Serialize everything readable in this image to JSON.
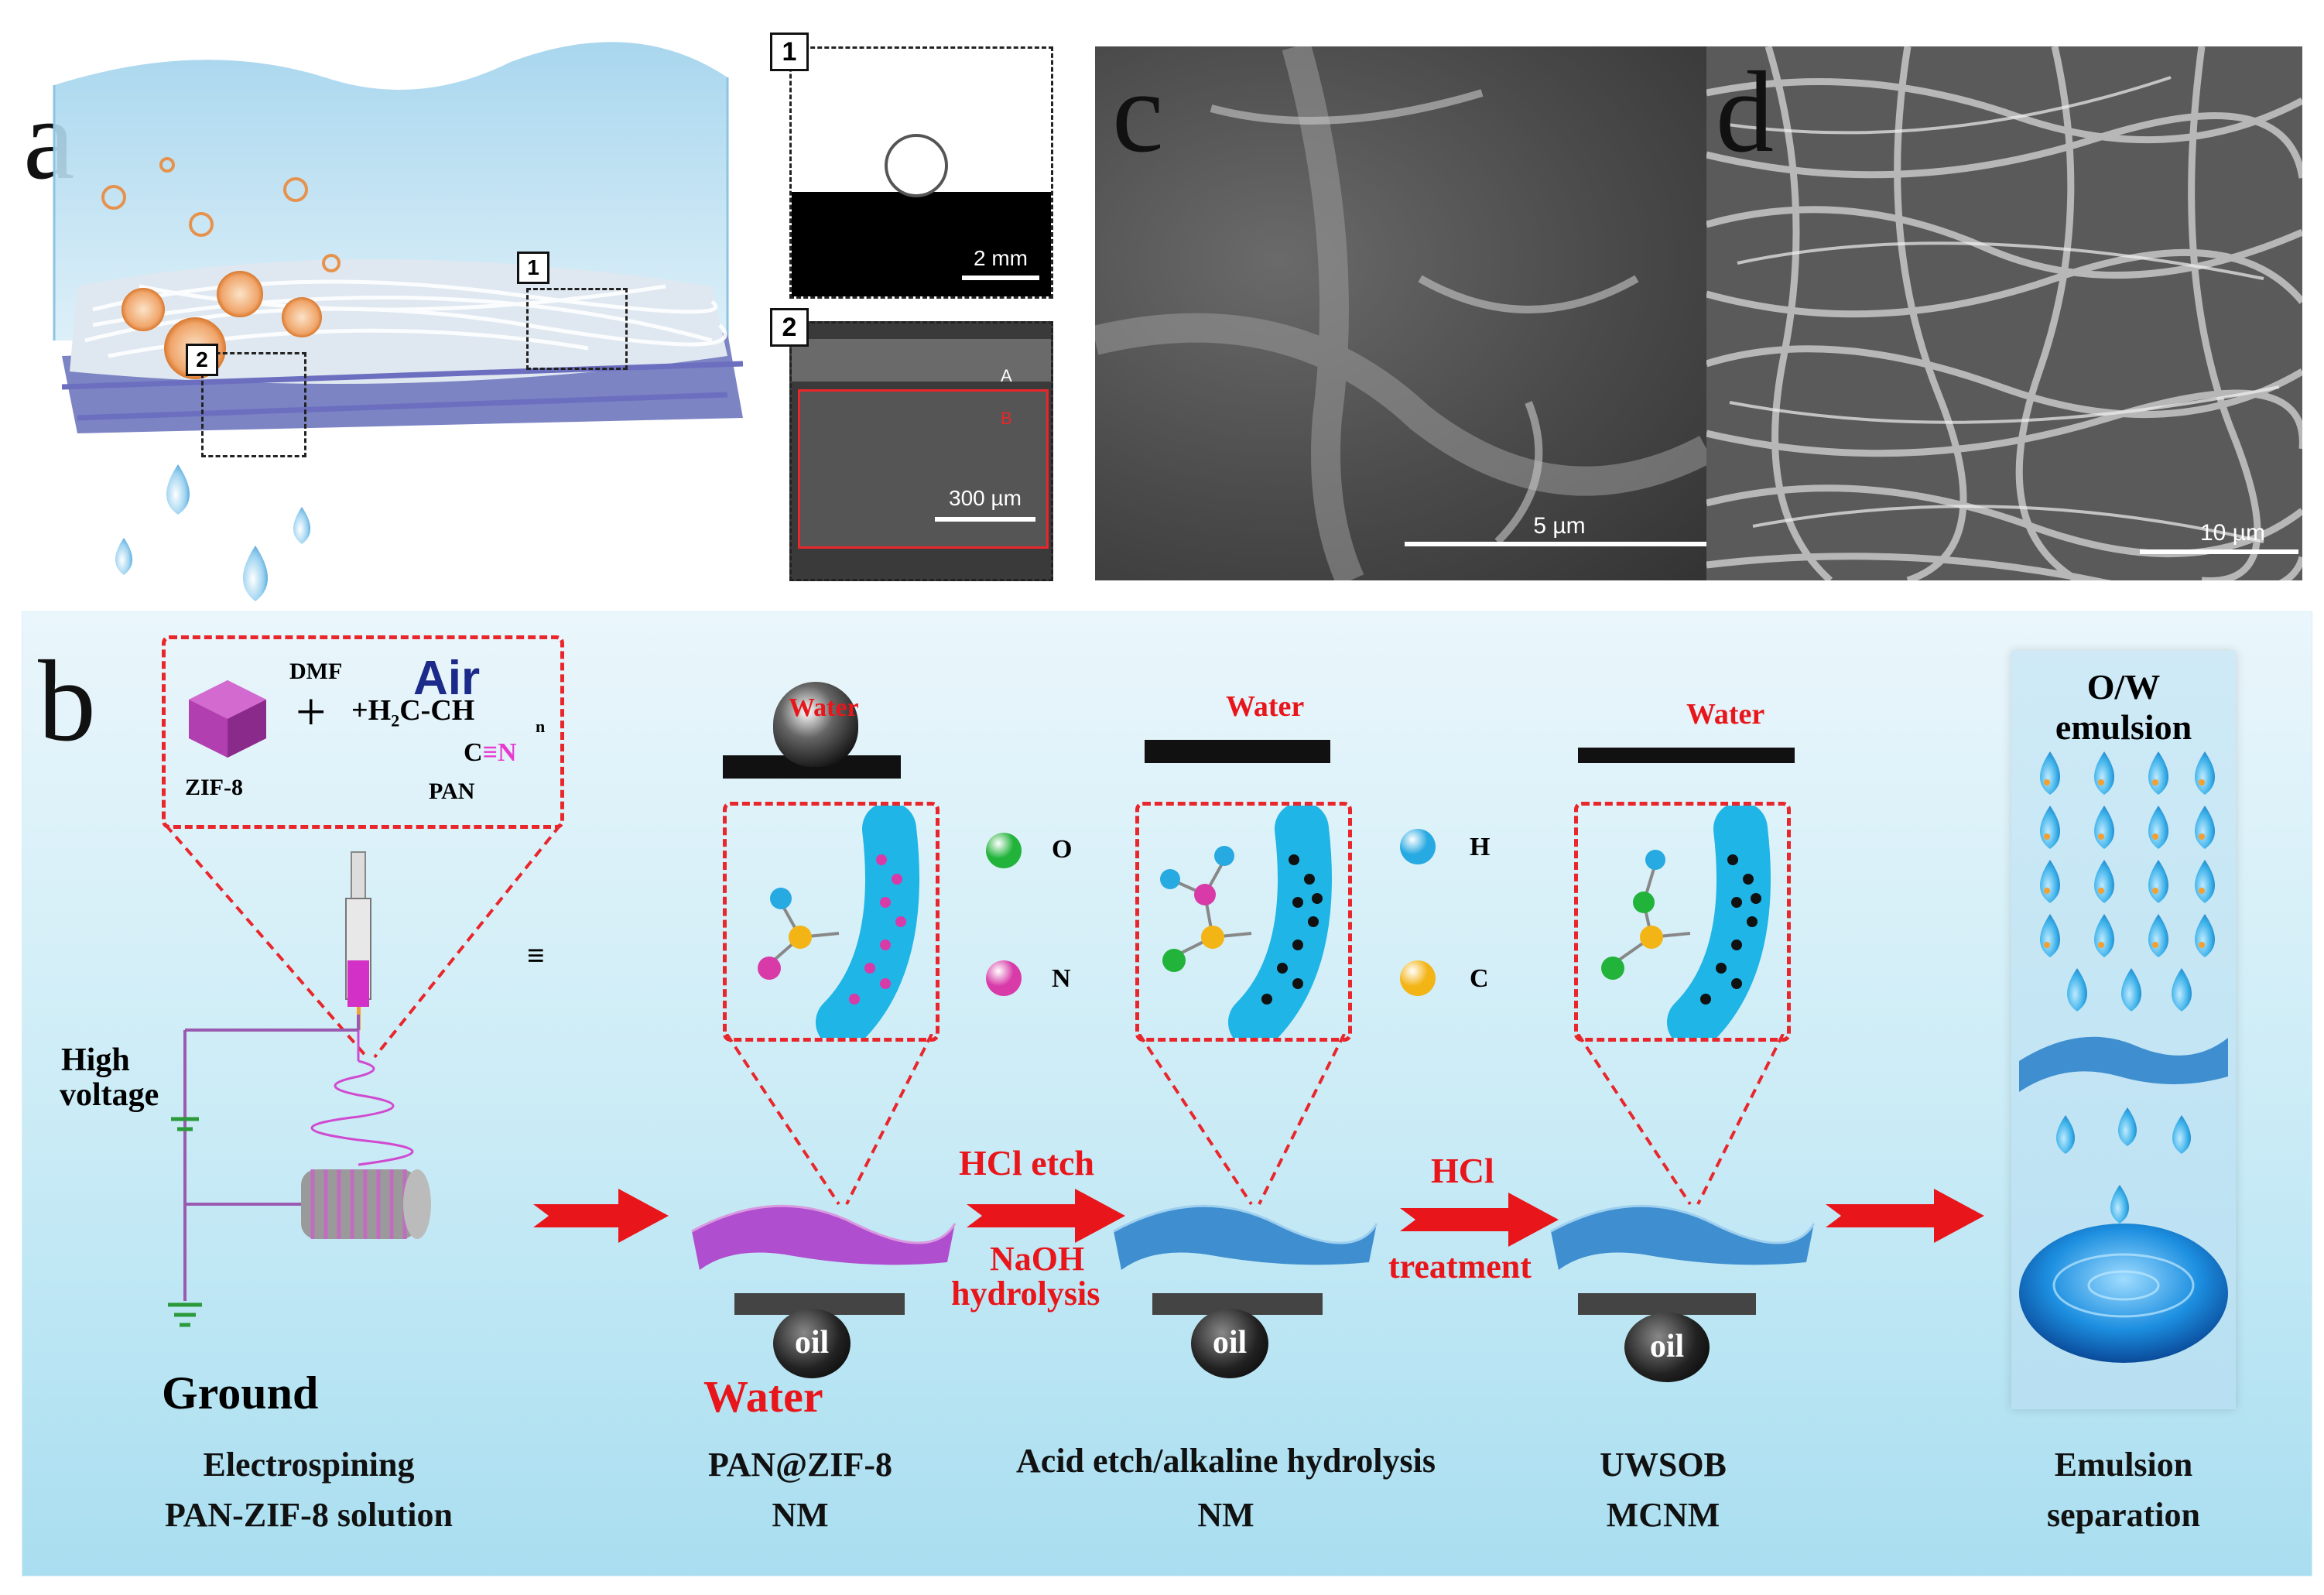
{
  "panels": {
    "a": {
      "letter": "a",
      "inset1_num": "1",
      "inset2_num": "2",
      "box1_num": "1",
      "box2_num": "2",
      "inset1_scale": "2 mm",
      "inset2_scale": "300 µm",
      "inset2_layer_a": "A",
      "inset2_layer_b": "B"
    },
    "c": {
      "letter": "c",
      "scale": "5 µm"
    },
    "d": {
      "letter": "d",
      "scale": "10 µm"
    },
    "b": {
      "letter": "b"
    }
  },
  "formula": {
    "solvent": "DMF",
    "zif_label": "ZIF-8",
    "pan_label": "PAN",
    "polymer_left": "+H",
    "polymer_mid": "2",
    "polymer_right": "C-CH",
    "nitrile_c": "C",
    "nitrile_bond": "≡",
    "nitrile_n": "N",
    "n_sub": "n"
  },
  "apparatus": {
    "equiv": "≡",
    "high": "High",
    "voltage": "voltage",
    "ground": "Ground"
  },
  "labels": {
    "air": "Air",
    "water_drop": "Water",
    "water_under": "Water",
    "water_top2": "Water",
    "water_top3": "Water",
    "oil1": "oil",
    "oil2": "oil",
    "oil3": "oil",
    "hcl_etch": "HCl etch",
    "naoh": "NaOH",
    "hydrolysis": "hydrolysis",
    "hcl": "HCl",
    "treatment": "treatment",
    "ow_line1": "O/W",
    "ow_line2": "emulsion"
  },
  "atoms": [
    {
      "symbol": "O",
      "color": "#21b33a"
    },
    {
      "symbol": "N",
      "color": "#d83aa8"
    },
    {
      "symbol": "H",
      "color": "#27a9e1"
    },
    {
      "symbol": "C",
      "color": "#f3b416"
    }
  ],
  "steps": [
    {
      "line1": "Electrospining",
      "line2": "PAN-ZIF-8 solution"
    },
    {
      "line1": "PAN@ZIF-8",
      "line2": "NM"
    },
    {
      "line1": "Acid etch/alkaline hydrolysis",
      "line2": "NM"
    },
    {
      "line1": "UWSOB",
      "line2": "MCNM"
    },
    {
      "line1": "Emulsion",
      "line2": "separation"
    }
  ],
  "colors": {
    "red": "#e8161b",
    "fiber_blue": "#1fb5e6",
    "mem_purple": "#b04ed0",
    "mem_blue": "#3f8fd0",
    "navy": "#1c2a8a"
  }
}
